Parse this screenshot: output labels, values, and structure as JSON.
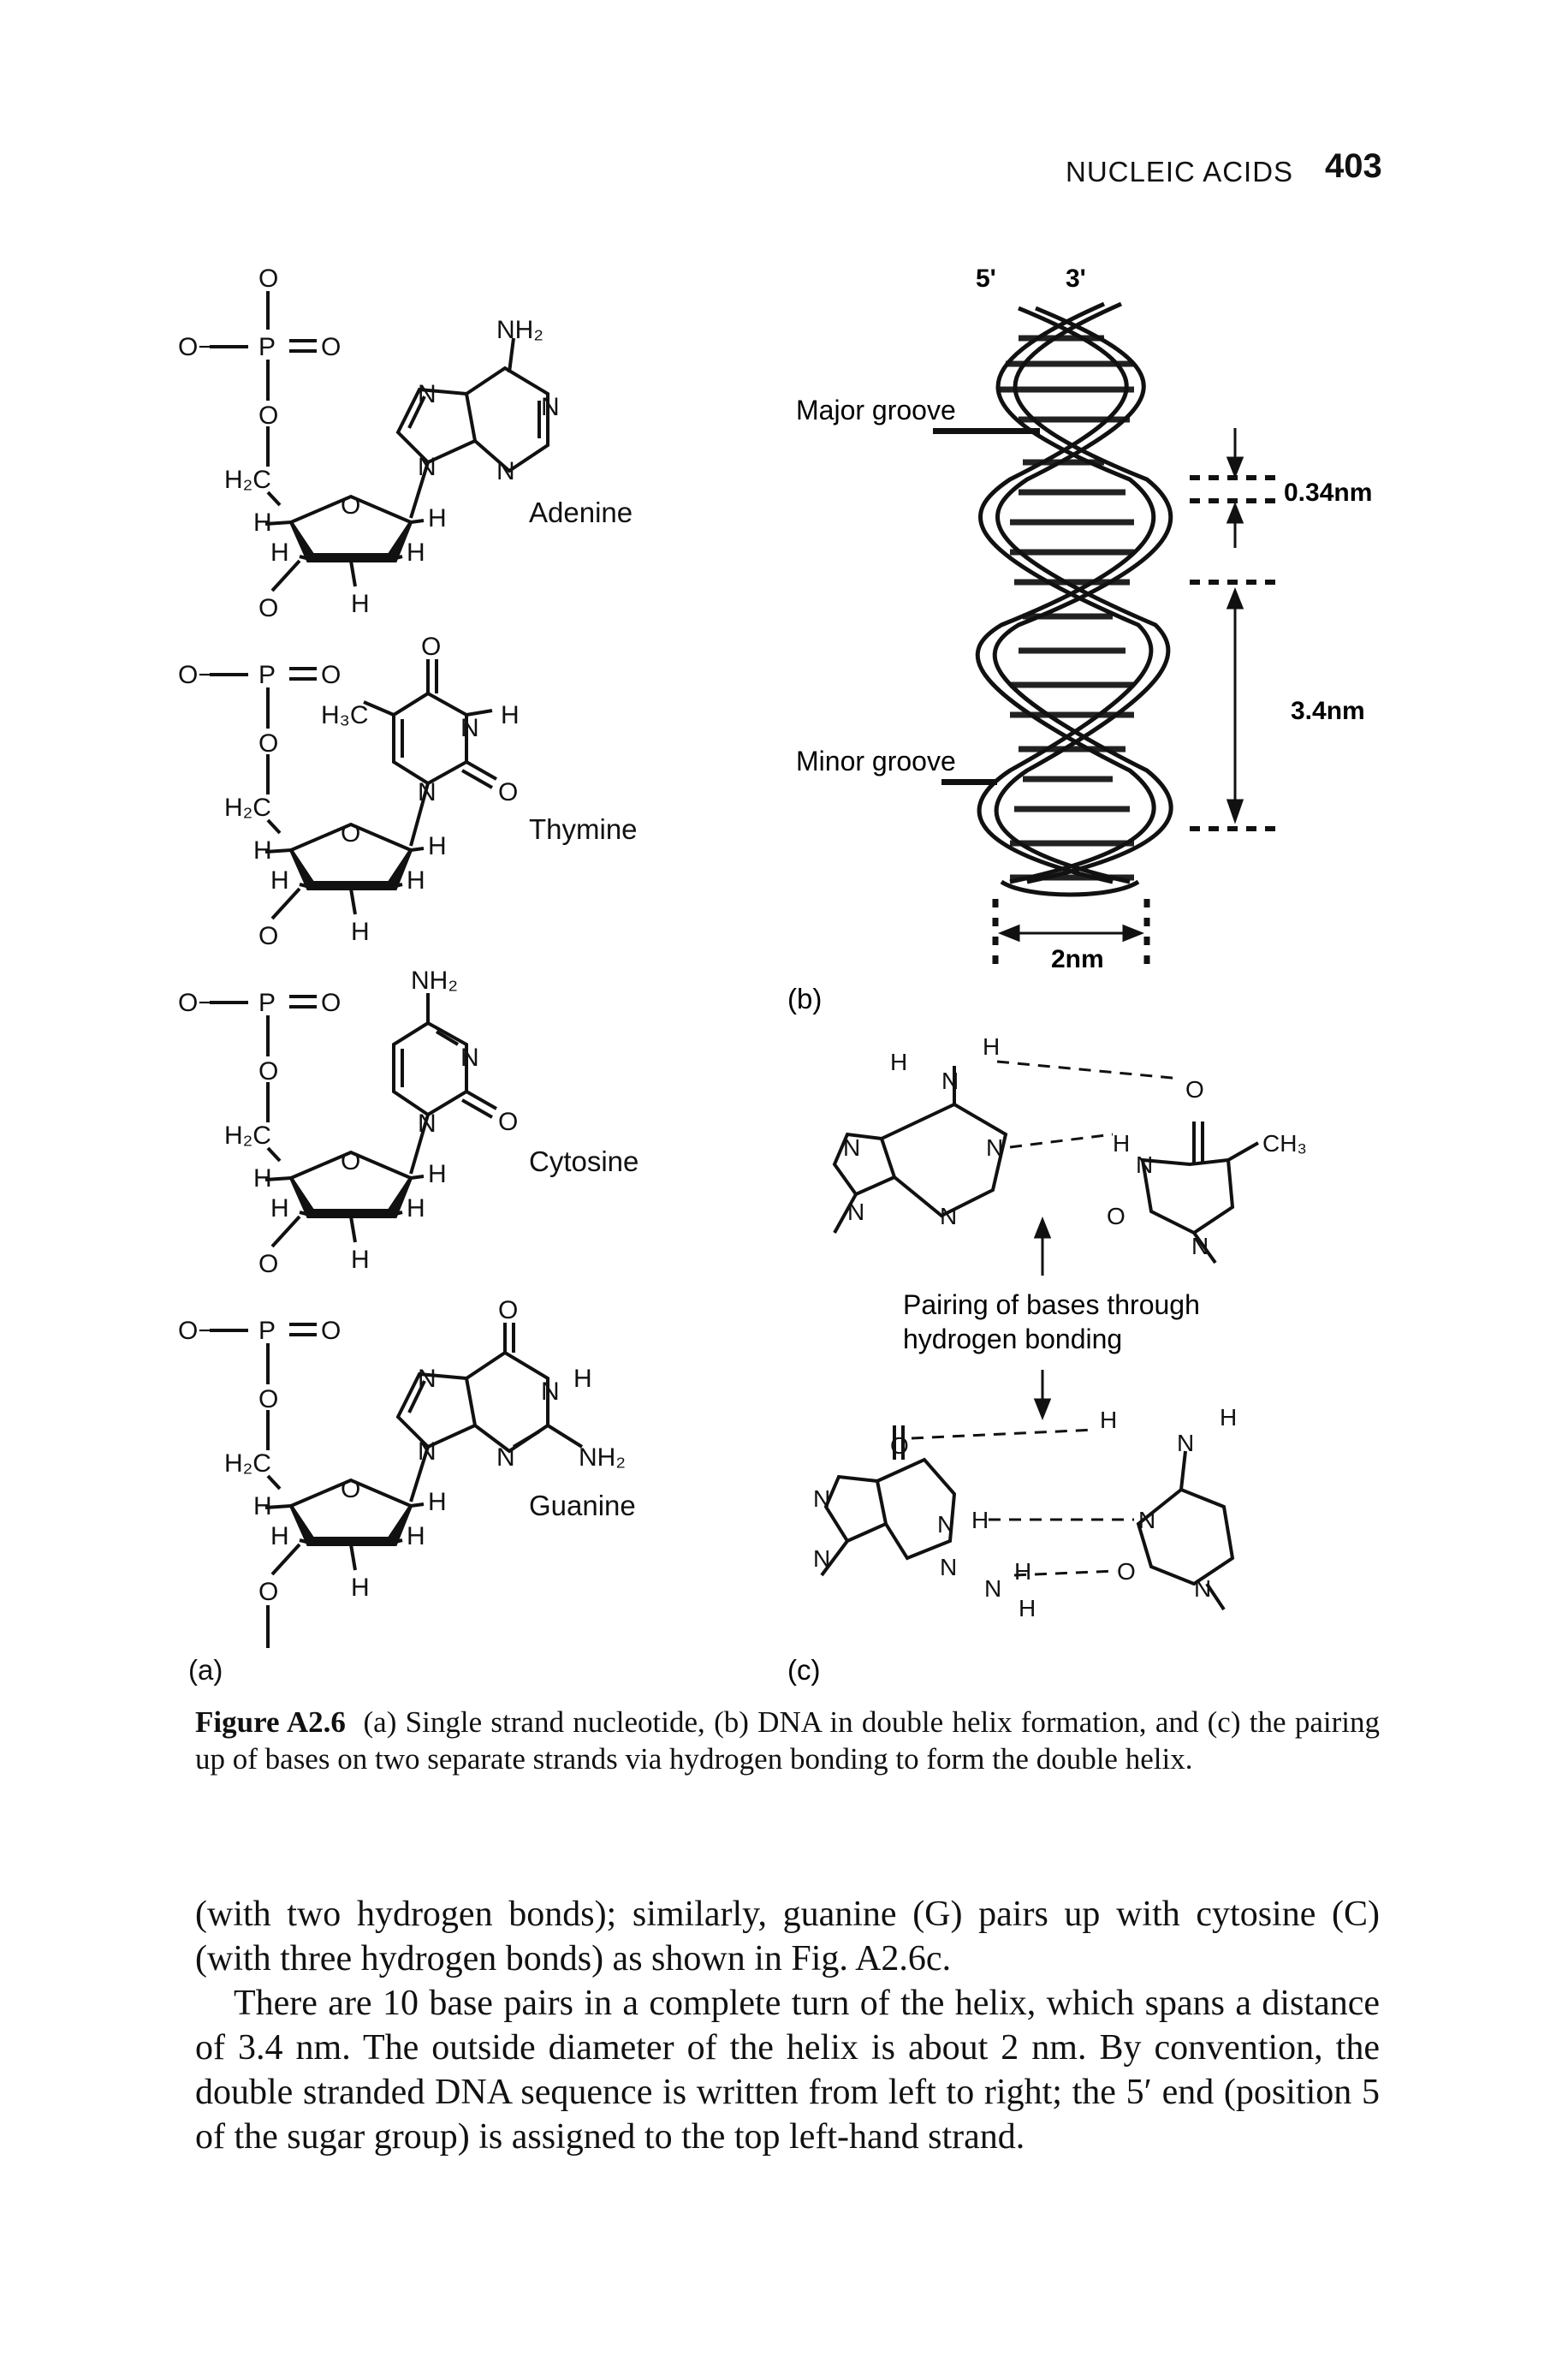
{
  "header": {
    "section_title": "NUCLEIC ACIDS",
    "page_number": "403"
  },
  "figure": {
    "panel_a": {
      "label": "(a)",
      "base_labels": [
        "Adenine",
        "Thymine",
        "Cytosine",
        "Guanine"
      ],
      "atoms": {
        "O": "O",
        "O_minus": "O−",
        "P": "P",
        "H2C": "H₂C",
        "H": "H",
        "N": "N",
        "NH2": "NH₂",
        "H3C": "H₃C"
      }
    },
    "panel_b": {
      "label": "(b)",
      "strand_5": "5'",
      "strand_3": "3'",
      "major_groove": "Major groove",
      "minor_groove": "Minor groove",
      "rise": "0.34nm",
      "pitch": "3.4nm",
      "diameter": "2nm"
    },
    "panel_c": {
      "label": "(c)",
      "annotation_line1": "Pairing of bases through",
      "annotation_line2": "hydrogen bonding",
      "atoms": {
        "H": "H",
        "N": "N",
        "O": "O",
        "CH3": "CH₃"
      }
    }
  },
  "caption": {
    "figure_label": "Figure A2.6",
    "text": "(a) Single strand nucleotide, (b) DNA in double helix formation, and (c) the pairing up of bases on two separate strands via hydrogen bonding to form the double helix."
  },
  "body": {
    "paragraph1": "(with two hydrogen bonds); similarly, guanine (G) pairs up with cytosine (C) (with three hydrogen bonds) as shown in Fig. A2.6c.",
    "paragraph2": "There are 10 base pairs in a complete turn of the helix, which spans a distance of 3.4 nm. The outside diameter of the helix is about 2 nm. By convention, the double stranded DNA sequence is written from left to right; the 5′ end (position 5 of the sugar group) is assigned to the top left-hand strand."
  }
}
